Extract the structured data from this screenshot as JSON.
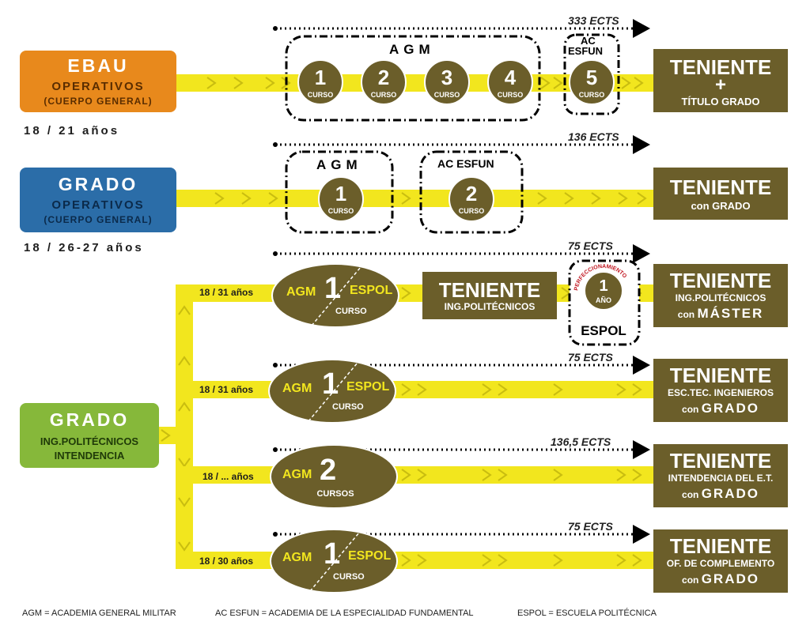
{
  "ebau": {
    "title": "EBAU",
    "l1": "OPERATIVOS",
    "l2": "(CUERPO GENERAL)",
    "age": "18 / 21 años"
  },
  "grado_op": {
    "title": "GRADO",
    "l1": "OPERATIVOS",
    "l2": "(CUERPO GENERAL)",
    "age": "18 / 26-27 años"
  },
  "grado_ing": {
    "title": "GRADO",
    "l1": "ING.POLITÉCNICOS",
    "l2": "INTENDENCIA"
  },
  "ects": {
    "r1": "333 ECTS",
    "r2": "136 ECTS",
    "r3": "75 ECTS",
    "r4": "75 ECTS",
    "r5": "136,5 ECTS",
    "r6": "75 ECTS"
  },
  "groups": {
    "agm": "AGM",
    "ac": "AC",
    "esfun": "ESFUN",
    "ac_esfun": "AC ESFUN",
    "espol": "ESPOL",
    "perfeccionamiento": "PERFECCIONAMIENTO"
  },
  "course": {
    "curso": "CURSO",
    "cursos": "CURSOS",
    "ano": "AÑO",
    "n1": "1",
    "n2": "2",
    "n3": "3",
    "n4": "4",
    "n5": "5"
  },
  "ovals": {
    "agm": "AGM",
    "espol": "ESPOL"
  },
  "ages": {
    "a1": "18 / 31 años",
    "a2": "18 / 31 años",
    "a3": "18 / ... años",
    "a4": "18 / 30 años"
  },
  "results": {
    "r1": {
      "title": "TENIENTE",
      "plus": "+",
      "sub": "TÍTULO GRADO"
    },
    "r2": {
      "title": "TENIENTE",
      "sub": "con GRADO"
    },
    "mid": {
      "title": "TENIENTE",
      "sub": "ING.POLITÉCNICOS"
    },
    "r3": {
      "title": "TENIENTE",
      "sub1": "ING.POLITÉCNICOS",
      "sub2a": "con ",
      "sub2b": "MÁSTER"
    },
    "r4": {
      "title": "TENIENTE",
      "sub1": "ESC.TEC. INGENIEROS",
      "sub2a": "con ",
      "sub2b": "GRADO"
    },
    "r5": {
      "title": "TENIENTE",
      "sub1": "INTENDENCIA DEL E.T.",
      "sub2a": "con ",
      "sub2b": "GRADO"
    },
    "r6": {
      "title": "TENIENTE",
      "sub1": "OF. DE COMPLEMENTO",
      "sub2a": "con ",
      "sub2b": "GRADO"
    }
  },
  "legend": {
    "agm": "AGM = ACADEMIA GENERAL MILITAR",
    "acesfun": "AC ESFUN = ACADEMIA DE LA ESPECIALIDAD FUNDAMENTAL",
    "espol": "ESPOL = ESCUELA POLITÉCNICA"
  },
  "colors": {
    "orange": "#e8891c",
    "blue": "#2b6da8",
    "green": "#86b83a",
    "olive": "#6b5e2a",
    "yellow": "#f2e61e"
  }
}
